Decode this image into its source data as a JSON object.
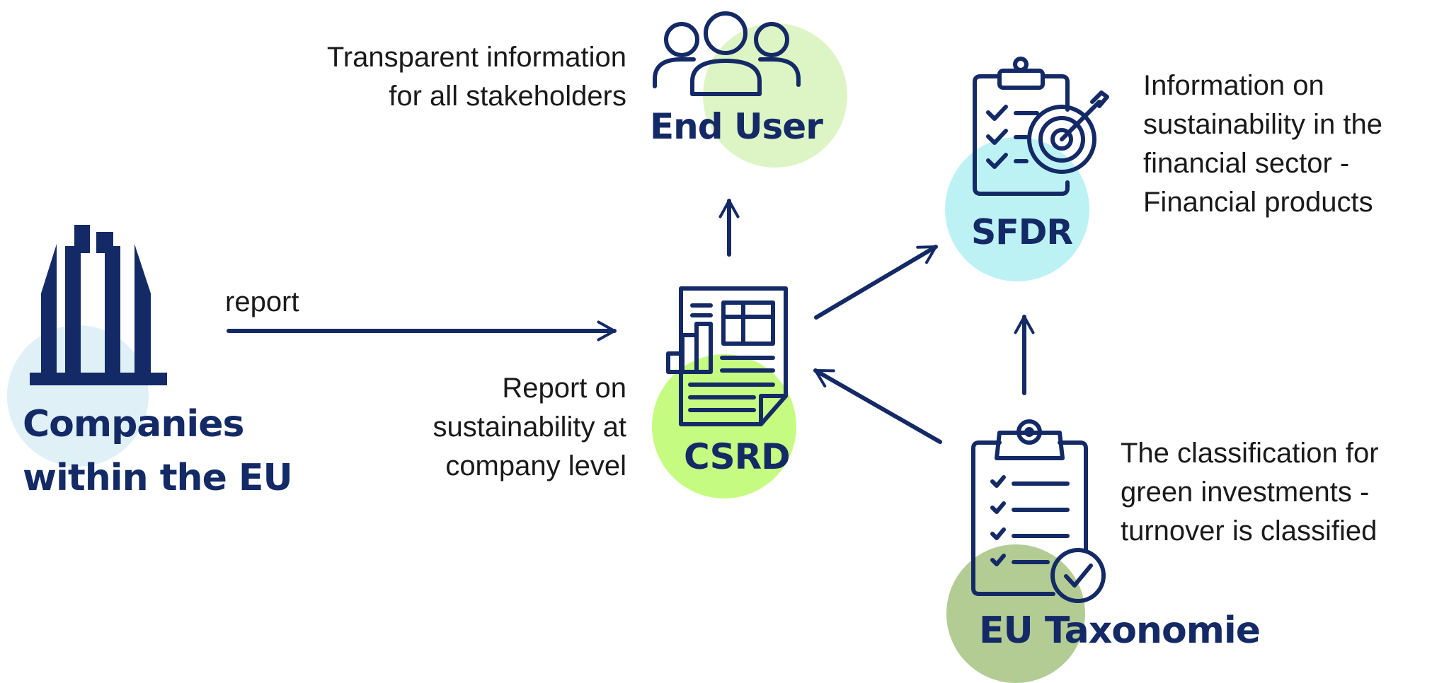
{
  "nodes": {
    "companies": {
      "title_lines": [
        "Companies",
        "within the EU"
      ],
      "icon": "factory-icon",
      "circle_color": "#dff0f6"
    },
    "end_user": {
      "title": "End User",
      "description_lines": [
        "Transparent information",
        "for all stakeholders"
      ],
      "icon": "users-group-icon",
      "circle_color": "#ddf5c4"
    },
    "csrd": {
      "title": "CSRD",
      "description_lines": [
        "Report on",
        "sustainability at",
        "company level"
      ],
      "icon": "report-document-icon",
      "circle_color": "#c6fb82"
    },
    "sfdr": {
      "title": "SFDR",
      "description_lines": [
        "Information on",
        "sustainability in the",
        "financial sector -",
        "Financial products"
      ],
      "icon": "clipboard-target-icon",
      "circle_color": "#bdf2f5"
    },
    "eu_taxonomie": {
      "title": "EU Taxonomie",
      "description_lines": [
        "The classification for",
        "green investments -",
        "turnover is classified"
      ],
      "icon": "clipboard-checklist-icon",
      "circle_color": "#b2cc94"
    }
  },
  "edges": [
    {
      "from": "companies",
      "to": "csrd",
      "label": "report"
    },
    {
      "from": "csrd",
      "to": "end_user",
      "label": ""
    },
    {
      "from": "csrd",
      "to": "sfdr",
      "label": ""
    },
    {
      "from": "eu_taxonomie",
      "to": "csrd",
      "label": ""
    },
    {
      "from": "eu_taxonomie",
      "to": "sfdr",
      "label": ""
    }
  ],
  "colors": {
    "ink": "#142a66",
    "text": "#1a1a1a"
  }
}
